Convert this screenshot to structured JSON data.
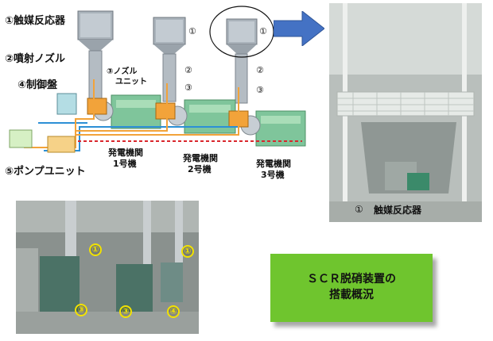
{
  "labels": {
    "reactor": "①触媒反応器",
    "nozzle": "②噴射ノズル",
    "nozzle_unit_line1": "③ノズル",
    "nozzle_unit_line2": "ユニット",
    "control_panel": "④制御盤",
    "pump_unit": "⑤ポンプユニット"
  },
  "unit_numbers": {
    "n1": "①",
    "n2": "②",
    "n3": "③"
  },
  "generators": [
    {
      "line1": "発電機関",
      "line2": "1号機"
    },
    {
      "line1": "発電機関",
      "line2": "2号機"
    },
    {
      "line1": "発電機関",
      "line2": "3号機"
    }
  ],
  "right_photo_caption": {
    "num": "①",
    "text": "触媒反応器"
  },
  "bottom_photo_markers": [
    "①",
    "①",
    "③",
    "③",
    "④"
  ],
  "scr_box": {
    "line1": "ＳＣＲ脱硝装置の",
    "line2": "搭載概況"
  },
  "colors": {
    "accent_green": "#6fc52e",
    "arrow_blue": "#4472c4",
    "pipe_orange": "#f2a33a",
    "pipe_blue": "#2c8fd6",
    "pipe_red": "#d9262c",
    "marker_yellow": "#f2e200"
  }
}
